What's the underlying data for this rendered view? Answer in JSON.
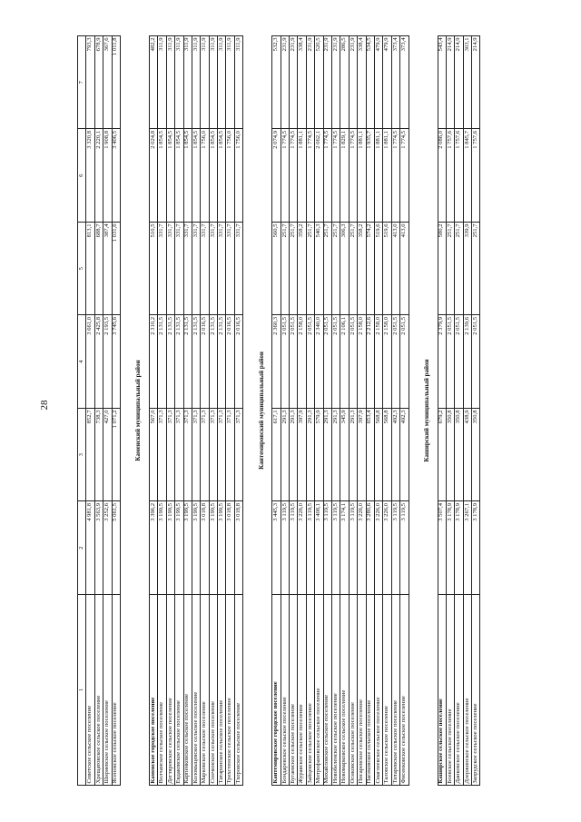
{
  "page_number": "28",
  "headers": [
    "1",
    "2",
    "3",
    "4",
    "5",
    "6",
    "7"
  ],
  "top_rows": [
    [
      "Советское сельское поселение",
      "4 981,8",
      "852,7",
      "3 661,0",
      "813,1",
      "3 320,8",
      "793,3"
    ],
    [
      "Хрещатовское сельское поселение",
      "3 563,9",
      "738,3",
      "2 425,8",
      "688,7",
      "2 220,1",
      "678,9"
    ],
    [
      "Ширяевское сельское поселение",
      "3 252,6",
      "427,0",
      "2 193,5",
      "387,4",
      "1 908,8",
      "367,6"
    ],
    [
      "Ясеновское сельское поселение",
      "5 061,5",
      "1 071,2",
      "3 745,6",
      "1 031,6",
      "3 406,5",
      "1 011,8"
    ]
  ],
  "sections": [
    {
      "title": "Каменский муниципальный район",
      "rows": [
        [
          "Каменское городское поселение",
          "3 396,2",
          "567,0",
          "2 310,2",
          "510,5",
          "2 024,8",
          "482,2"
        ],
        [
          "Волчанское сельское поселение",
          "3 199,5",
          "371,3",
          "2 131,5",
          "331,7",
          "1 854,5",
          "311,9"
        ],
        [
          "Дегтяревское сельское поселение",
          "3 199,5",
          "371,3",
          "2 131,5",
          "331,7",
          "1 854,5",
          "311,9"
        ],
        [
          "Евдаковское сельское поселение",
          "3 199,5",
          "371,3",
          "2 131,5",
          "331,7",
          "1 854,5",
          "311,9"
        ],
        [
          "Карпенковское сельское поселение",
          "3 199,5",
          "371,3",
          "2 131,5",
          "331,7",
          "1 854,5",
          "311,9"
        ],
        [
          "Коломыцевское сельское поселение",
          "3 199,5",
          "371,3",
          "2 131,5",
          "331,7",
          "1 854,5",
          "311,9"
        ],
        [
          "Марковское сельское поселение",
          "3 018,8",
          "371,3",
          "2 016,5",
          "331,7",
          "1 756,0",
          "311,9"
        ],
        [
          "Сончинское сельское поселение",
          "3 199,5",
          "371,3",
          "2 131,5",
          "331,7",
          "1 854,5",
          "311,9"
        ],
        [
          "Татаринское сельское поселение",
          "3 199,5",
          "371,3",
          "2 131,5",
          "331,7",
          "1 854,5",
          "311,9"
        ],
        [
          "Трехстенское сельское поселение",
          "3 018,8",
          "371,3",
          "2 016,5",
          "331,7",
          "1 756,0",
          "311,9"
        ],
        [
          "Тхоровское сельское поселение",
          "3 018,8",
          "371,3",
          "2 016,5",
          "331,7",
          "1 756,0",
          "311,9"
        ]
      ]
    },
    {
      "title": "Кантемировский муниципальный район",
      "rows": [
        [
          "Кантемировское городское поселение",
          "3 445,3",
          "617,1",
          "2 360,3",
          "560,5",
          "2 074,9",
          "532,3"
        ],
        [
          "Бондаревское сельское поселение",
          "3 119,5",
          "291,3",
          "2 051,5",
          "251,7",
          "1 774,5",
          "231,9"
        ],
        [
          "Бугаевское сельское поселение",
          "3 119,5",
          "291,3",
          "2 051,5",
          "251,7",
          "1 774,5",
          "231,9"
        ],
        [
          "Журавское сельское поселение",
          "3 226,0",
          "397,9",
          "2 158,0",
          "358,2",
          "1 881,1",
          "338,4"
        ],
        [
          "Зайцевское сельское поселение",
          "3 119,5",
          "291,3",
          "2 051,5",
          "251,7",
          "1 774,5",
          "231,9"
        ],
        [
          "Митрофановское сельское поселение",
          "3 408,1",
          "579,9",
          "2 340,0",
          "540,3",
          "2 062,1",
          "520,5"
        ],
        [
          "Михайловское сельское поселение",
          "3 119,5",
          "291,3",
          "2 051,5",
          "251,7",
          "1 774,5",
          "231,9"
        ],
        [
          "Новобеленское сельское поселение",
          "3 119,5",
          "291,3",
          "2 051,5",
          "251,7",
          "1 774,5",
          "231,9"
        ],
        [
          "Новомарковское сельское поселение",
          "3 174,1",
          "345,9",
          "2 106,1",
          "306,3",
          "1 829,1",
          "286,5"
        ],
        [
          "Осиковское сельское поселение",
          "3 119,5",
          "291,3",
          "2 051,5",
          "251,7",
          "1 774,5",
          "231,9"
        ],
        [
          "Писаревское сельское поселение",
          "3 226,0",
          "397,9",
          "2 158,0",
          "358,2",
          "1 881,1",
          "338,4"
        ],
        [
          "Пасековское сельское поселение",
          "3 280,6",
          "653,4",
          "2 212,6",
          "574,2",
          "1 935,7",
          "534,5"
        ],
        [
          "Смаглеевское сельское поселение",
          "3 226,0",
          "568,8",
          "2 158,0",
          "519,6",
          "1 881,1",
          "479,9"
        ],
        [
          "Таловское сельское поселение",
          "3 226,0",
          "568,8",
          "2 158,0",
          "519,6",
          "1 881,1",
          "479,9"
        ],
        [
          "Титаревское сельское поселение",
          "3 119,5",
          "492,3",
          "2 051,5",
          "413,0",
          "1 774,5",
          "373,4"
        ],
        [
          "Фисенковское сельское поселение",
          "3 119,5",
          "492,3",
          "2 051,5",
          "413,0",
          "1 774,5",
          "373,4"
        ]
      ]
    },
    {
      "title": "Каширский муниципальный район",
      "rows": [
        [
          "Каширское сельское поселение",
          "3 507,4",
          "679,2",
          "2 379,9",
          "580,2",
          "2 086,0",
          "543,4"
        ],
        [
          "Боевское сельское поселение",
          "3 178,9",
          "350,8",
          "2 051,5",
          "251,7",
          "1 757,6",
          "214,9"
        ],
        [
          "Данковское сельское поселение",
          "3 178,9",
          "350,8",
          "2 051,5",
          "251,7",
          "1 757,6",
          "214,9"
        ],
        [
          "Дзержинское сельское поселение",
          "3 267,1",
          "438,9",
          "2 139,6",
          "339,9",
          "1 845,7",
          "303,1"
        ],
        [
          "Запрудское сельское поселение",
          "3 178,9",
          "350,8",
          "2 051,5",
          "251,7",
          "1 757,6",
          "214,9"
        ]
      ]
    }
  ]
}
